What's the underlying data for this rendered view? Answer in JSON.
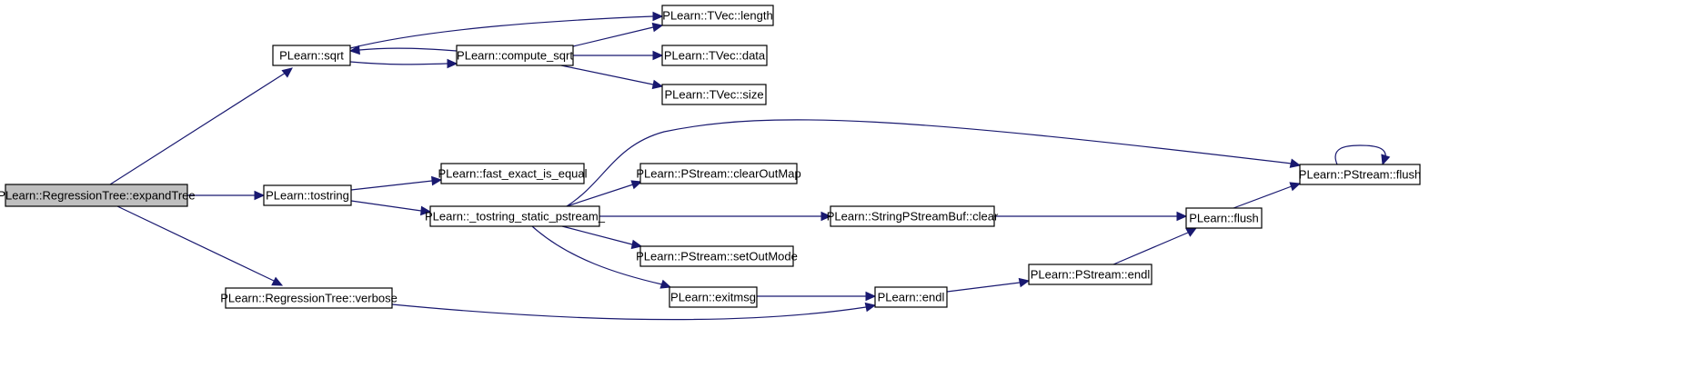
{
  "graph": {
    "nodes": [
      {
        "id": "expandTree",
        "label": "PLearn::RegressionTree::expandTree",
        "root": true
      },
      {
        "id": "sqrt",
        "label": "PLearn::sqrt"
      },
      {
        "id": "compute_sqrt",
        "label": "PLearn::compute_sqrt"
      },
      {
        "id": "tvec_length",
        "label": "PLearn::TVec::length"
      },
      {
        "id": "tvec_data",
        "label": "PLearn::TVec::data"
      },
      {
        "id": "tvec_size",
        "label": "PLearn::TVec::size"
      },
      {
        "id": "tostring",
        "label": "PLearn::tostring"
      },
      {
        "id": "fast_exact",
        "label": "PLearn::fast_exact_is_equal"
      },
      {
        "id": "tostring_static",
        "label": "PLearn::_tostring_static_pstream_"
      },
      {
        "id": "clearOutMap",
        "label": "PLearn::PStream::clearOutMap"
      },
      {
        "id": "setOutMode",
        "label": "PLearn::PStream::setOutMode"
      },
      {
        "id": "spsb_clear",
        "label": "PLearn::StringPStreamBuf::clear"
      },
      {
        "id": "pstream_flush",
        "label": "PLearn::PStream::flush"
      },
      {
        "id": "flush",
        "label": "PLearn::flush"
      },
      {
        "id": "pstream_endl",
        "label": "PLearn::PStream::endl"
      },
      {
        "id": "exitmsg",
        "label": "PLearn::exitmsg"
      },
      {
        "id": "endl",
        "label": "PLearn::endl"
      },
      {
        "id": "verbose",
        "label": "PLearn::RegressionTree::verbose"
      }
    ],
    "edges": [
      {
        "from": "expandTree",
        "to": "sqrt"
      },
      {
        "from": "expandTree",
        "to": "tostring"
      },
      {
        "from": "expandTree",
        "to": "verbose"
      },
      {
        "from": "sqrt",
        "to": "compute_sqrt"
      },
      {
        "from": "compute_sqrt",
        "to": "sqrt"
      },
      {
        "from": "sqrt",
        "to": "tvec_length"
      },
      {
        "from": "compute_sqrt",
        "to": "tvec_length"
      },
      {
        "from": "compute_sqrt",
        "to": "tvec_data"
      },
      {
        "from": "compute_sqrt",
        "to": "tvec_size"
      },
      {
        "from": "tostring",
        "to": "fast_exact"
      },
      {
        "from": "tostring",
        "to": "tostring_static"
      },
      {
        "from": "tostring_static",
        "to": "pstream_flush"
      },
      {
        "from": "tostring_static",
        "to": "clearOutMap"
      },
      {
        "from": "tostring_static",
        "to": "spsb_clear"
      },
      {
        "from": "tostring_static",
        "to": "setOutMode"
      },
      {
        "from": "tostring_static",
        "to": "exitmsg"
      },
      {
        "from": "spsb_clear",
        "to": "flush"
      },
      {
        "from": "flush",
        "to": "pstream_flush"
      },
      {
        "from": "pstream_flush",
        "to": "pstream_flush"
      },
      {
        "from": "exitmsg",
        "to": "endl"
      },
      {
        "from": "verbose",
        "to": "endl"
      },
      {
        "from": "endl",
        "to": "pstream_endl"
      },
      {
        "from": "pstream_endl",
        "to": "flush"
      }
    ],
    "colors": {
      "edge": "#191970",
      "root_fill": "#bfbfbf",
      "node_fill": "#ffffff",
      "border": "#000000"
    }
  }
}
